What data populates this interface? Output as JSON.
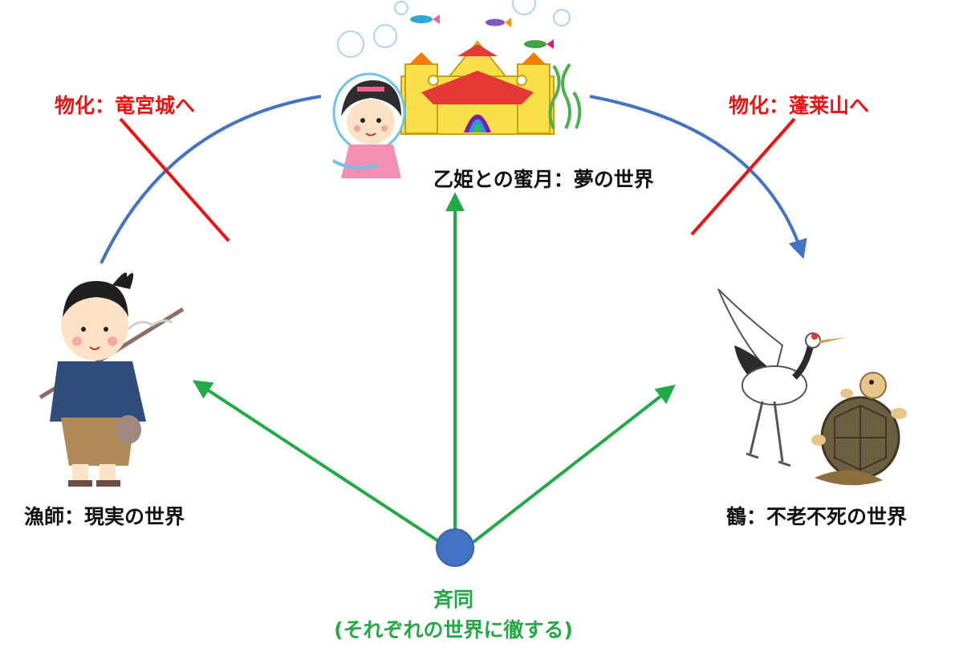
{
  "labels": {
    "fisherman": "漁師：現実の世界",
    "honeymoon": "乙姫との蜜月：夢の世界",
    "crane": "鶴：不老不死の世界",
    "palace_crossed": "物化：竜宮城へ",
    "horai_crossed": "物化：蓬莱山へ",
    "center_title": "斉同",
    "center_subtitle": "(それぞれの世界に徹する)"
  },
  "colors": {
    "blue_arc": "#4472c4",
    "cross": "#ee1111",
    "green_arrow": "#22aa44",
    "center_node": "#4472c4"
  },
  "icons": [
    "fisherman-icon",
    "princess-icon",
    "palace-icon",
    "fish-icon",
    "seaweed-icon",
    "bubble-icon",
    "crane-icon",
    "turtle-icon"
  ]
}
